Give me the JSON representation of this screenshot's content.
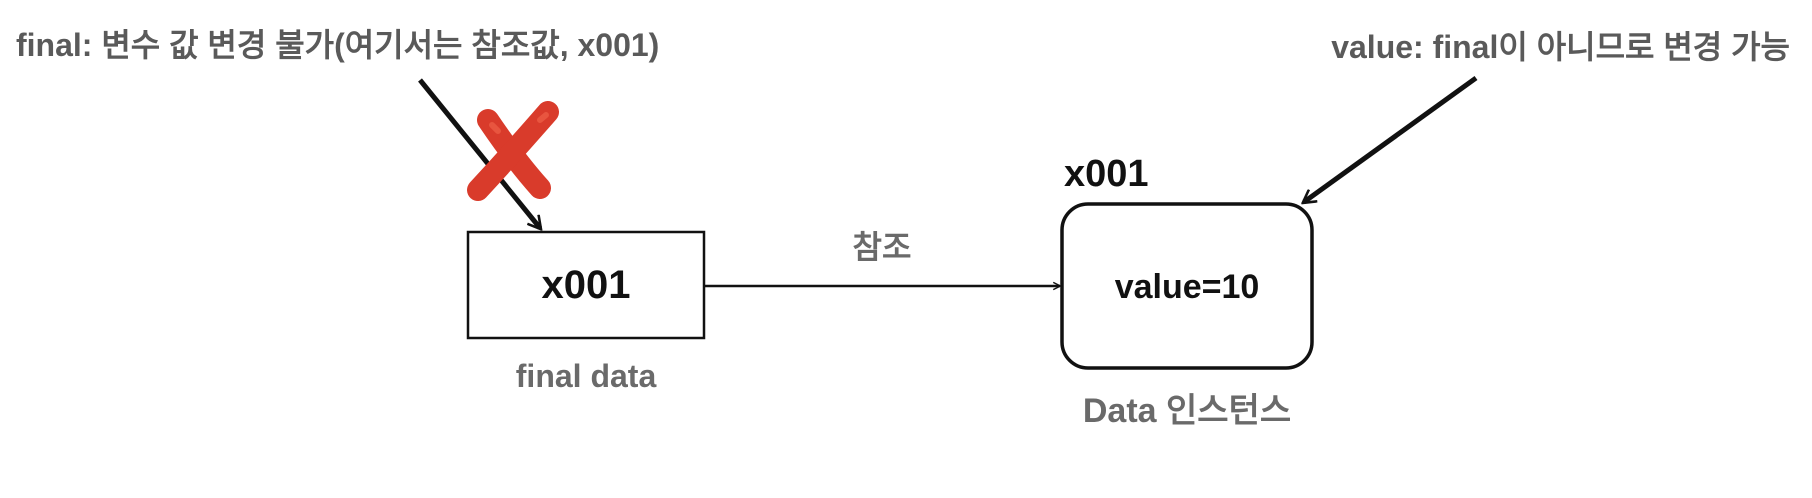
{
  "annotations": {
    "final_note": "final: 변수 값 변경 불가(여기서는 참조값, x001)",
    "value_note": "value: final이 아니므로 변경 가능"
  },
  "variable_box": {
    "value": "x001",
    "caption": "final data"
  },
  "reference_label": "참조",
  "instance": {
    "address": "x001",
    "content": "value=10",
    "caption": "Data 인스턴스"
  },
  "colors": {
    "line": "#111111",
    "label_gray": "#5a5a5a",
    "cross_red": "#d93b2b"
  },
  "icons": {
    "forbidden_mark": "red-x-icon"
  }
}
